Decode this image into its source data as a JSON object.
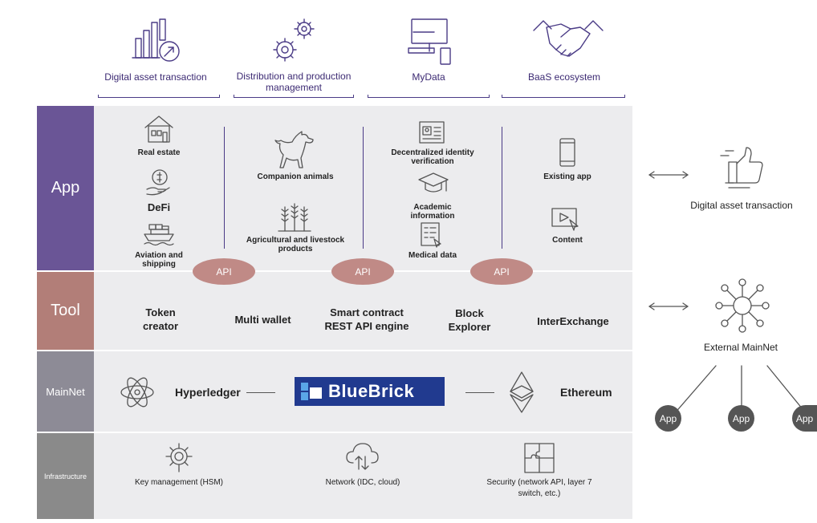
{
  "top_categories": [
    {
      "label": "Digital asset transaction",
      "icon": "bar-chart-arrow-icon"
    },
    {
      "label": "Distribution and production management",
      "icon": "gears-icon"
    },
    {
      "label": "MyData",
      "icon": "devices-icon"
    },
    {
      "label": "BaaS ecosystem",
      "icon": "handshake-icon"
    }
  ],
  "layers": {
    "app": "App",
    "tool": "Tool",
    "mainnet": "MainNet",
    "infrastructure": "Infrastructure"
  },
  "app_items": {
    "real_estate": "Real estate",
    "defi": "DeFi",
    "aviation": "Aviation and shipping",
    "companion": "Companion animals",
    "agri": "Agricultural and livestock products",
    "did": "Decentralized identity verification",
    "academic": "Academic information",
    "medical": "Medical data",
    "existing": "Existing app",
    "content": "Content"
  },
  "api_label": "API",
  "tool_items": {
    "token": "Token creator",
    "wallet": "Multi wallet",
    "smart": "Smart contract REST API engine",
    "explorer": "Block Explorer",
    "interexchange": "InterExchange"
  },
  "mainnet_items": {
    "hyperledger": "Hyperledger",
    "brand": "BlueBrick",
    "ethereum": "Ethereum"
  },
  "infra_items": {
    "key": "Key management (HSM)",
    "network": "Network (IDC, cloud)",
    "security": "Security (network API, layer 7 switch, etc.)"
  },
  "right": {
    "digital_label": "Digital asset transaction",
    "external_label": "External MainNet",
    "app_bubble": "App"
  },
  "colors": {
    "app": "#6a5596",
    "tool": "#b27e78",
    "mainnet": "#8d8b96",
    "infrastructure": "#8a8a8a",
    "api": "#c08a86",
    "accent": "#4a3b86",
    "brand": "#213a8f"
  }
}
